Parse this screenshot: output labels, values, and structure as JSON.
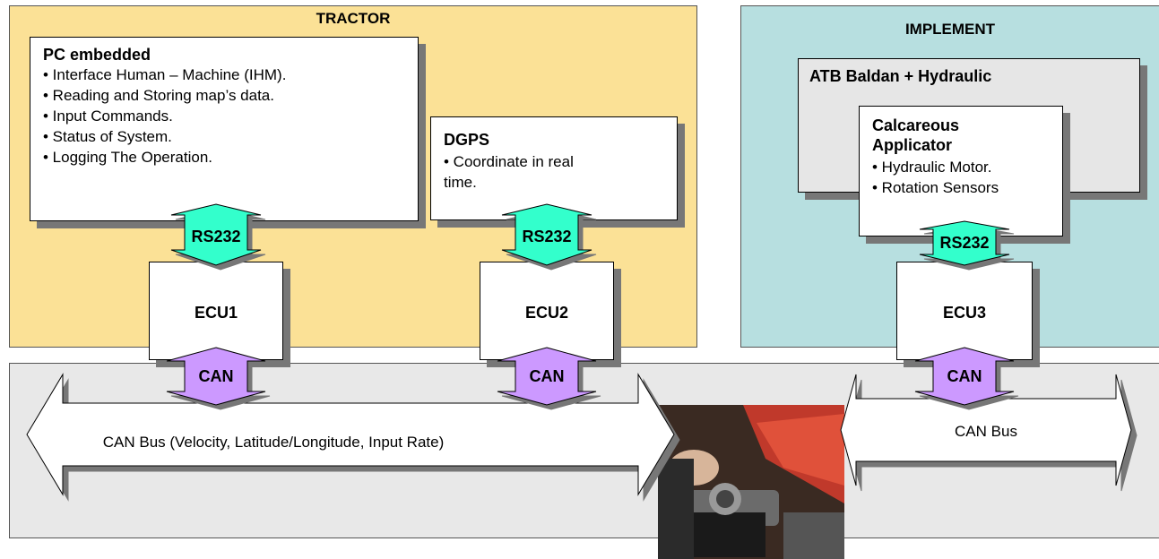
{
  "tractor": {
    "title": "TRACTOR"
  },
  "implement": {
    "title": "IMPLEMENT"
  },
  "pc": {
    "title": "PC embedded",
    "bullets": [
      "• Interface Human – Machine (IHM).",
      "• Reading and Storing map’s data.",
      "• Input Commands.",
      "• Status of System.",
      "• Logging The Operation."
    ]
  },
  "dgps": {
    "title": "DGPS",
    "bullet_line1": "• Coordinate in real",
    "bullet_line2": "time."
  },
  "atb": {
    "title": "ATB Baldan + Hydraulic"
  },
  "applicator": {
    "title_line1": "Calcareous",
    "title_line2": "Applicator",
    "bullets": [
      "• Hydraulic Motor.",
      "• Rotation Sensors"
    ]
  },
  "ecus": [
    "ECU1",
    "ECU2",
    "ECU3"
  ],
  "rs232_label": "RS232",
  "can_label": "CAN",
  "bus_main": "CAN Bus (Velocity, Latitude/Longitude, Input Rate)",
  "bus_implement": "CAN Bus",
  "colors": {
    "tractor": "#fbe196",
    "implement": "#b7dfe0",
    "rs232_arrow": "#33ffcc",
    "can_arrow": "#cc99ff",
    "bus_area": "#e8e8e8"
  }
}
